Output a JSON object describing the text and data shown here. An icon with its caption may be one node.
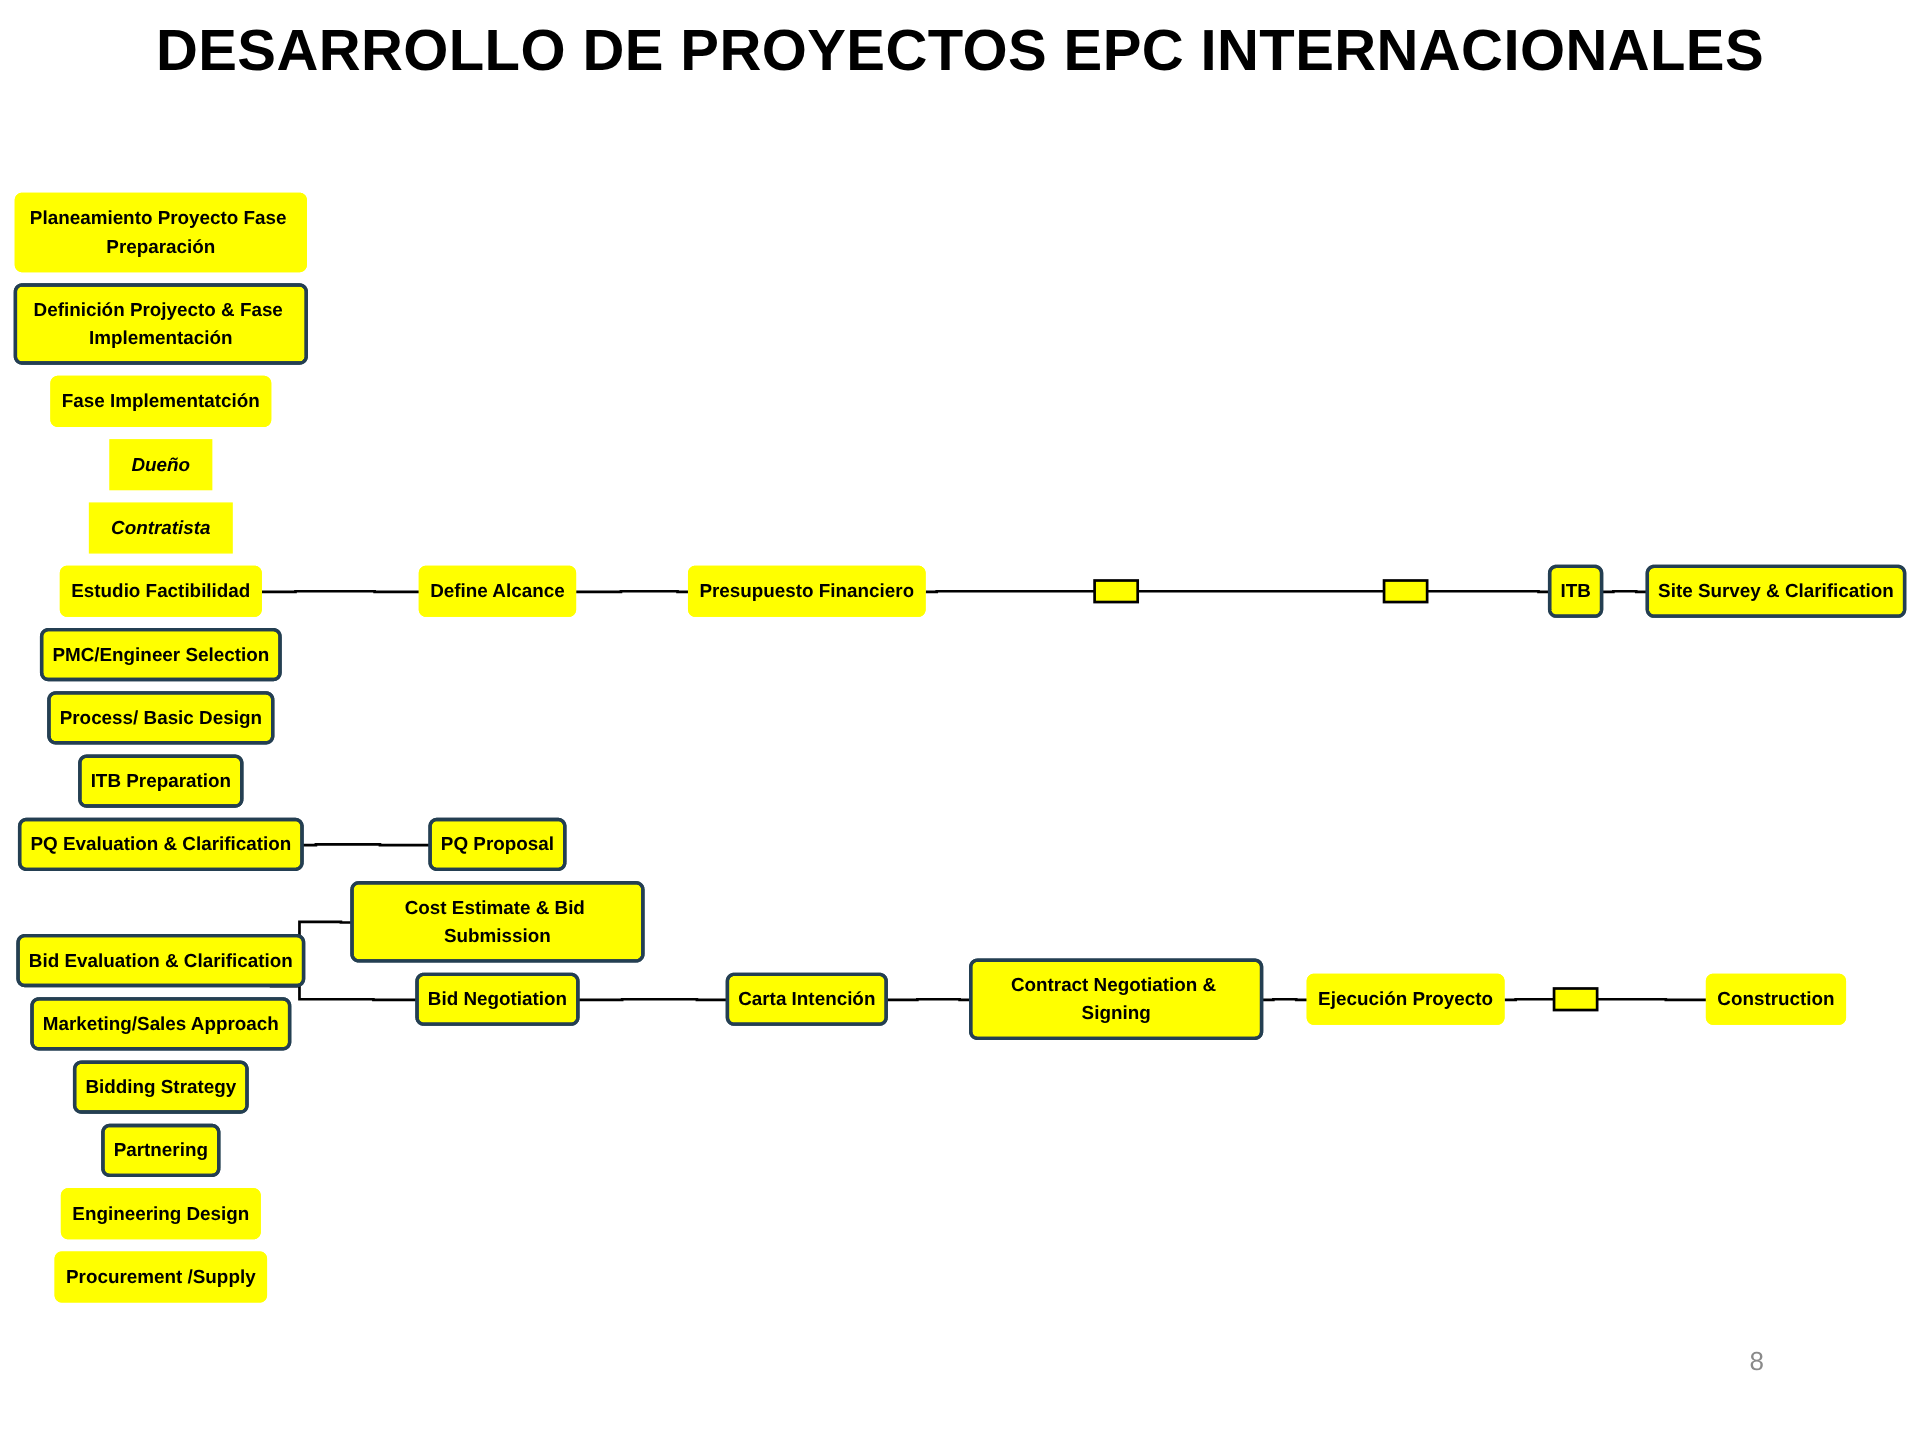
{
  "diagram": {
    "title": "DESARROLLO DE PROYECTOS EPC INTERNACIONALES",
    "nodes": [
      {
        "text": [
          "Planeamiento Proyecto Fase Preparación"
        ]
      },
      {
        "text": [
          "Definición Projyecto & Fase Implementación"
        ]
      },
      {
        "text": [
          "Fase Implementatción"
        ]
      },
      {
        "text": [
          "Dueño"
        ]
      },
      {
        "text": [
          "Contratista"
        ]
      },
      {
        "text": [
          "Estudio Factibilidad"
        ]
      },
      {
        "text": [
          "Define Alcance"
        ]
      },
      {
        "text": [
          "Presupuesto Financiero"
        ]
      },
      {
        "text": [],
        "shape": "box"
      },
      {
        "text": [
          "PMC/Engineer Selection"
        ]
      },
      {
        "text": [
          "Process/ Basic Design"
        ]
      },
      {
        "text": [],
        "shape": "box"
      },
      {
        "text": [
          "ITB Preparation"
        ]
      },
      {
        "text": [
          "PQ Evaluation & Clarification"
        ]
      },
      {
        "text": [
          "ITB"
        ]
      },
      {
        "text": [
          "Bid Evaluation & Clarification"
        ]
      },
      {
        "text": [
          "Bid Negotiation"
        ]
      },
      {
        "text": [
          "Carta Intención"
        ]
      },
      {
        "text": [
          "Contract Negotiation & Signing"
        ]
      },
      {
        "text": [
          "Marketing/Sales Approach"
        ]
      },
      {
        "text": [
          "Bidding Strategy"
        ]
      },
      {
        "text": [
          "Partnering"
        ]
      },
      {
        "text": [
          "PQ Proposal"
        ]
      },
      {
        "text": [
          "Site Survey & Clarification"
        ]
      },
      {
        "text": [
          "Cost Estimate & Bid Submission"
        ]
      },
      {
        "text": [
          "Ejecución Proyecto"
        ]
      },
      {
        "text": [],
        "shape": "box"
      },
      {
        "text": [
          "Engineering Design"
        ]
      },
      {
        "text": [
          "Procurement /Supply"
        ]
      },
      {
        "text": [
          "Construction"
        ]
      }
    ],
    "edges": [
      {
        "from": 5,
        "to": 6,
        "arrow": "none"
      },
      {
        "from": 6,
        "to": 7,
        "arrow": "none"
      },
      {
        "from": 7,
        "to": 8,
        "arrow": "none"
      },
      {
        "from": 8,
        "to": 11,
        "arrow": "none"
      },
      {
        "from": 11,
        "to": 14,
        "arrow": "none"
      },
      {
        "from": 13,
        "to": 22,
        "arrow": "none"
      },
      {
        "from": 14,
        "to": 23,
        "arrow": "none"
      },
      {
        "from": 15,
        "to": 24,
        "arrow": "none"
      },
      {
        "from": 15,
        "to": 16,
        "arrow": "none"
      },
      {
        "from": 16,
        "to": 17,
        "arrow": "none"
      },
      {
        "from": 17,
        "to": 18,
        "arrow": "none"
      },
      {
        "from": 18,
        "to": 25,
        "arrow": "none"
      },
      {
        "from": 25,
        "to": 26,
        "arrow": "none"
      },
      {
        "from": 26,
        "to": 29,
        "arrow": "none"
      }
    ],
    "labels": [
      "8"
    ]
  }
}
